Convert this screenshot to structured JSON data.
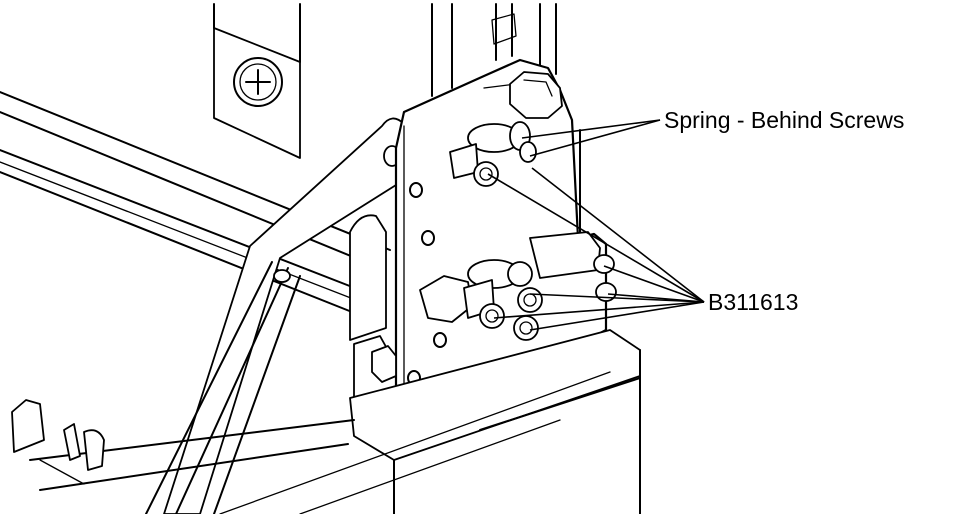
{
  "diagram": {
    "callouts": [
      {
        "id": "spring",
        "text": "Spring - Behind Screws"
      },
      {
        "id": "part",
        "text": "B311613"
      }
    ]
  }
}
